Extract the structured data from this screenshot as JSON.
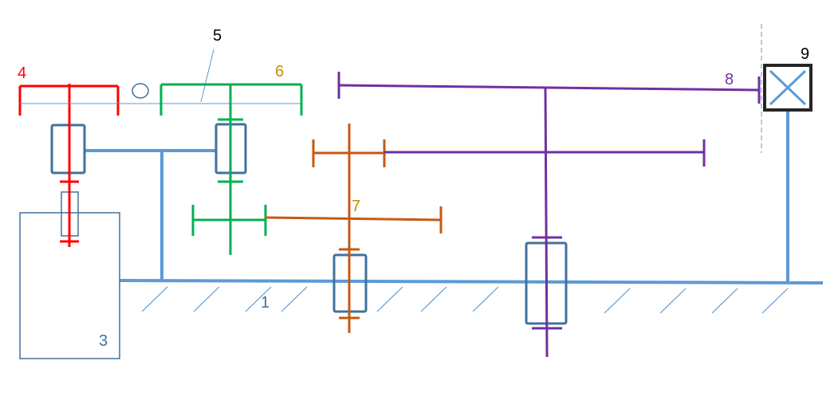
{
  "colors": {
    "frame": "#5b9bd5",
    "body": "#41719c",
    "red": "#ff0000",
    "green": "#00b050",
    "orange": "#c55a11",
    "purple": "#7030a0",
    "black": "#262626",
    "label_gold": "#c09000"
  },
  "labels": {
    "l1": "1",
    "l3": "3",
    "l4": "4",
    "l5": "5",
    "l6": "6",
    "l7": "7",
    "l8": "8",
    "l9": "9"
  }
}
